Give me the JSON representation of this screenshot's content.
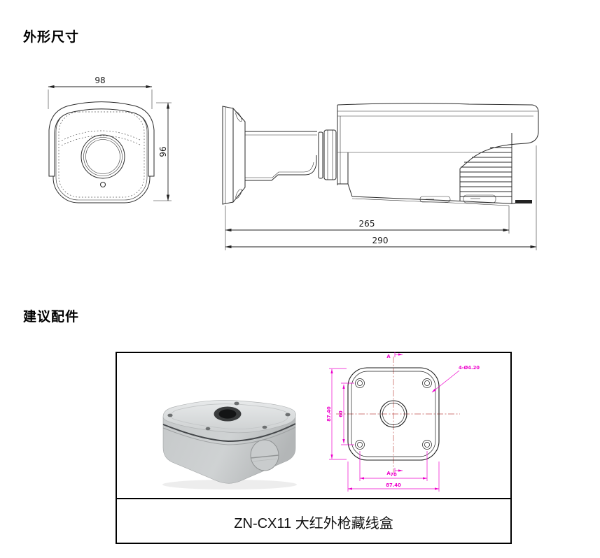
{
  "sections": {
    "dimensions_title": "外形尺寸",
    "accessories_title": "建议配件"
  },
  "front_view": {
    "width_label": "98",
    "height_label": "96"
  },
  "side_view": {
    "length_to_body_label": "265",
    "overall_length_label": "290"
  },
  "accessory": {
    "caption": "ZN-CX11 大红外枪藏线盒",
    "drawing": {
      "section_marker_top": "A",
      "section_marker_bottom": "A",
      "corner_holes_note": "4-Ø4.20",
      "overall_height_label": "87.40",
      "hole_spacing_vertical_label": "60",
      "hole_spacing_horizontal_label": "70",
      "overall_width_label": "87.40"
    }
  },
  "colors": {
    "dimension_magenta": "#ee00cc",
    "centerline_red": "#c0504d",
    "drawing_line": "#2a2a2a"
  }
}
